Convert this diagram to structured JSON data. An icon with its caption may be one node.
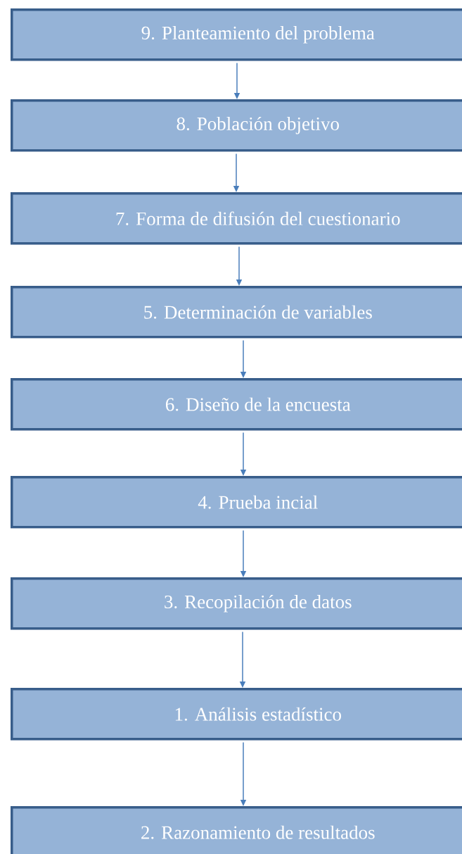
{
  "diagram": {
    "nodes": [
      {
        "text": [
          "9. Planteamiento del problema"
        ]
      },
      {
        "text": [
          "8. Población objetivo"
        ]
      },
      {
        "text": [
          "7. Forma de difusión del cuestionario"
        ]
      },
      {
        "text": [
          "5. Determinación de variables"
        ]
      },
      {
        "text": [
          "6. Diseño de la encuesta"
        ]
      },
      {
        "text": [
          "4. Prueba incial"
        ]
      },
      {
        "text": [
          "3. Recopilación de datos"
        ]
      },
      {
        "text": [
          "1. Análisis estadístico"
        ]
      },
      {
        "text": [
          "2. Razonamiento de resultados"
        ]
      }
    ],
    "edges": [
      {
        "from": 0,
        "to": 1,
        "arrow": "to"
      },
      {
        "from": 1,
        "to": 2,
        "arrow": "to"
      },
      {
        "from": 2,
        "to": 3,
        "arrow": "to"
      },
      {
        "from": 3,
        "to": 4,
        "arrow": "to"
      },
      {
        "from": 4,
        "to": 5,
        "arrow": "to"
      },
      {
        "from": 5,
        "to": 6,
        "arrow": "to"
      },
      {
        "from": 6,
        "to": 7,
        "arrow": "to"
      },
      {
        "from": 7,
        "to": 8,
        "arrow": "to"
      }
    ]
  }
}
